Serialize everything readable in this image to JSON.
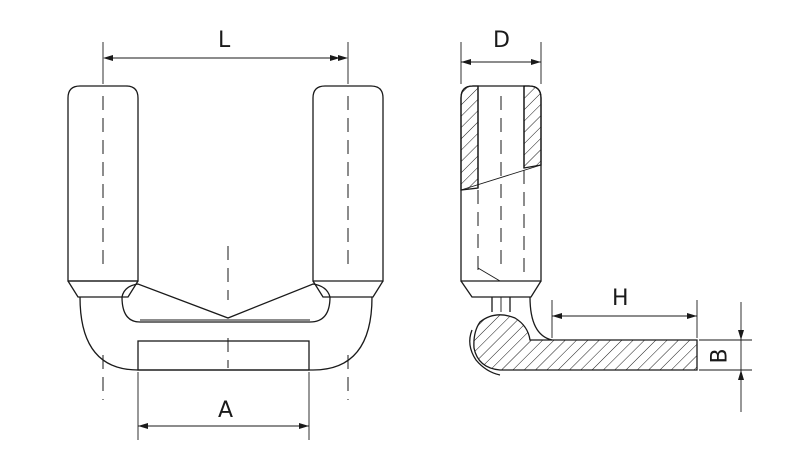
{
  "labels": {
    "L": "L",
    "D": "D",
    "H": "H",
    "A": "A",
    "B": "B"
  },
  "colors": {
    "stroke": "#1a1a1a",
    "background": "#ffffff"
  }
}
